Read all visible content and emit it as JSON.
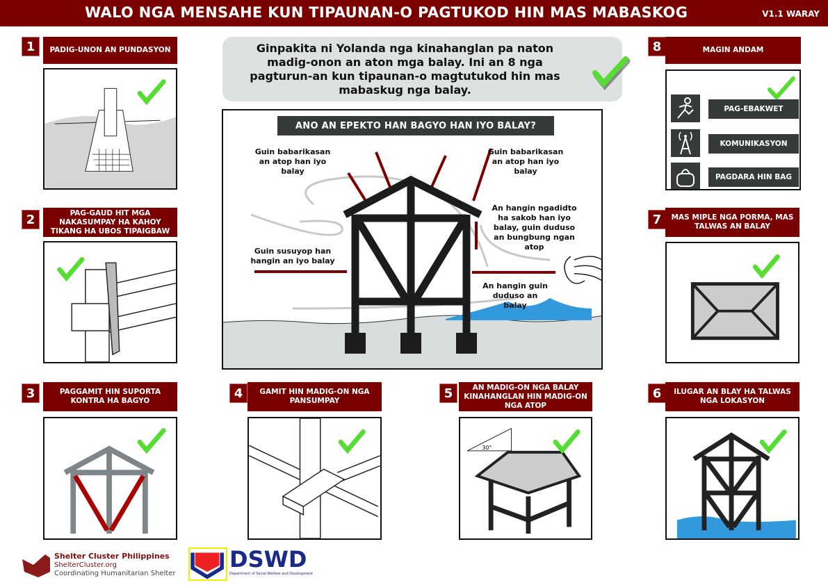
{
  "header": {
    "title": "WALO NGA MENSAHE KUN TIPAUNAN-O PAGTUKOD HIN MAS MABASKOG",
    "version": "V1.1 WARAY"
  },
  "intro": "Ginpakita ni Yolanda nga kinahanglan pa naton madig-onon an aton mga balay. Ini an 8 nga pagturun-an kun tipaunan-o magtutukod hin mas mabaskug nga balay.",
  "messages": [
    {
      "num": "1",
      "label": "PADIG-UNON AN PUNDASYON"
    },
    {
      "num": "2",
      "label": "PAG-GAUD HIT MGA NAKASUMPAY HA KAHOY TIKANG HA UBOS TIPAIGBAW"
    },
    {
      "num": "3",
      "label": "PAGGAMIT HIN SUPORTA KONTRA HA BAGYO"
    },
    {
      "num": "4",
      "label": "GAMIT HIN MADIG-ON NGA PANSUMPAY"
    },
    {
      "num": "5",
      "label": "AN MADIG-ON NGA BALAY KINAHANGLAN HIN MADIG-ON NGA ATOP"
    },
    {
      "num": "6",
      "label": "ILUGAR AN BLAY HA TALWAS NGA LOKASYON"
    },
    {
      "num": "7",
      "label": "MAS MIPLE NGA PORMA, MAS TALWAS AN BALAY"
    },
    {
      "num": "8",
      "label": "MAGIN ANDAM"
    }
  ],
  "prepare_actions": [
    "PAG-EBAKWET",
    "KOMUNIKASYON",
    "PAGDARA HIN BAG"
  ],
  "roof_angle": "30°",
  "diagram": {
    "title": "ANO AN EPEKTO HAN BAGYO HAN IYO BALAY?",
    "roof_left": "Guin babarikasan an atop han iyo balay",
    "roof_right": "Guin babarikasan an atop han iyo balay",
    "inside": "An hangin ngadidto ha sakob han iyo balay, guin duduso an bungbung ngan atop",
    "suction": "Guin susuyop han hangin an iyo balay",
    "push": "An hangin guin duduso an balay"
  },
  "footer": {
    "org": "Shelter Cluster Philippines",
    "site": "ShelterCluster.org",
    "tagline": "Coordinating Humanitarian Shelter",
    "dswd": "DSWD",
    "dswd_full": "Department of Social Welfare and Development"
  },
  "colors": {
    "brand": "#7a0000",
    "check": "#55dd33",
    "dark": "#363a3b",
    "water": "#3399dd"
  }
}
